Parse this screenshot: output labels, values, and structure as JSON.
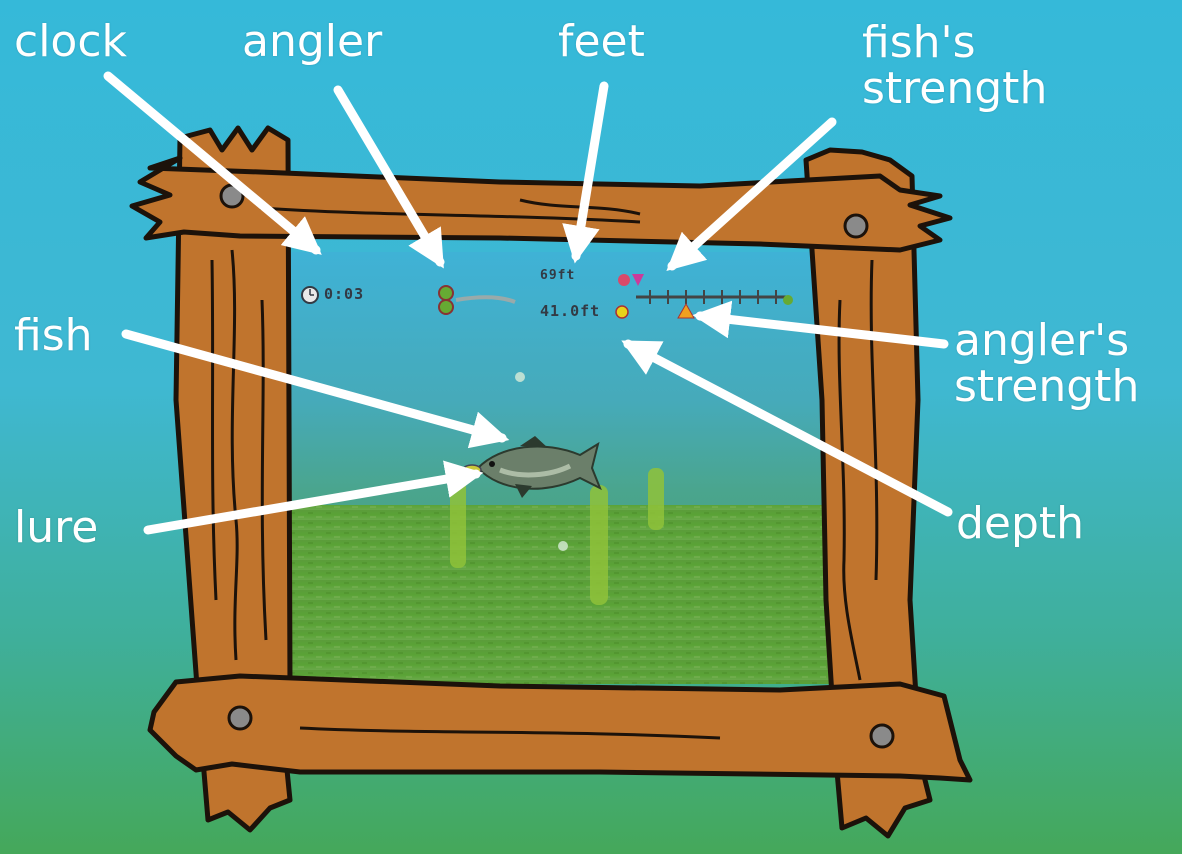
{
  "labels": {
    "clock": "clock",
    "angler": "angler",
    "feet": "feet",
    "fish_strength_line1": "fish's",
    "fish_strength_line2": "strength",
    "fish": "fish",
    "angler_strength_line1": "angler's",
    "angler_strength_line2": "strength",
    "lure": "lure",
    "depth": "depth"
  },
  "hud": {
    "clock_value": "0:03",
    "line_length": "69ft",
    "depth_value": "41.0ft"
  },
  "colors": {
    "sky_water": "#35b9d9",
    "lake_floor": "#4d9a2c",
    "wood": "#c0742d",
    "wood_outline": "#1c120a",
    "bolt": "#8a8a8a",
    "arrow": "#ffffff",
    "text": "#ffffff"
  },
  "icons": [
    "clock-icon",
    "angler-icon",
    "fish-strength-marker-icon",
    "angler-strength-marker-icon",
    "fish-icon",
    "lure-icon",
    "bolt-icon"
  ]
}
